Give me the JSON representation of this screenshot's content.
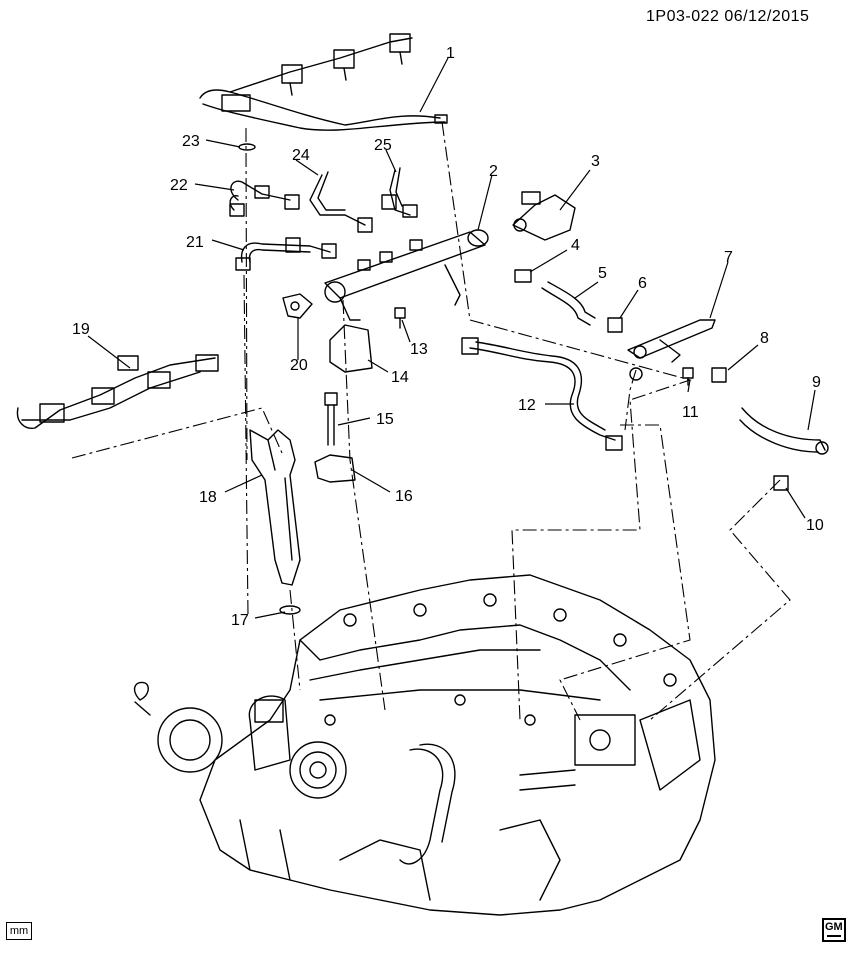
{
  "header": {
    "ref": "1P03-022  06/12/2015"
  },
  "diagram": {
    "callouts": [
      "1",
      "2",
      "3",
      "4",
      "5",
      "6",
      "7",
      "8",
      "9",
      "10",
      "11",
      "12",
      "13",
      "14",
      "15",
      "16",
      "17",
      "18",
      "19",
      "20",
      "21",
      "22",
      "23",
      "24",
      "25"
    ]
  },
  "footer": {
    "unit_label": "mm",
    "logo": "GM"
  }
}
